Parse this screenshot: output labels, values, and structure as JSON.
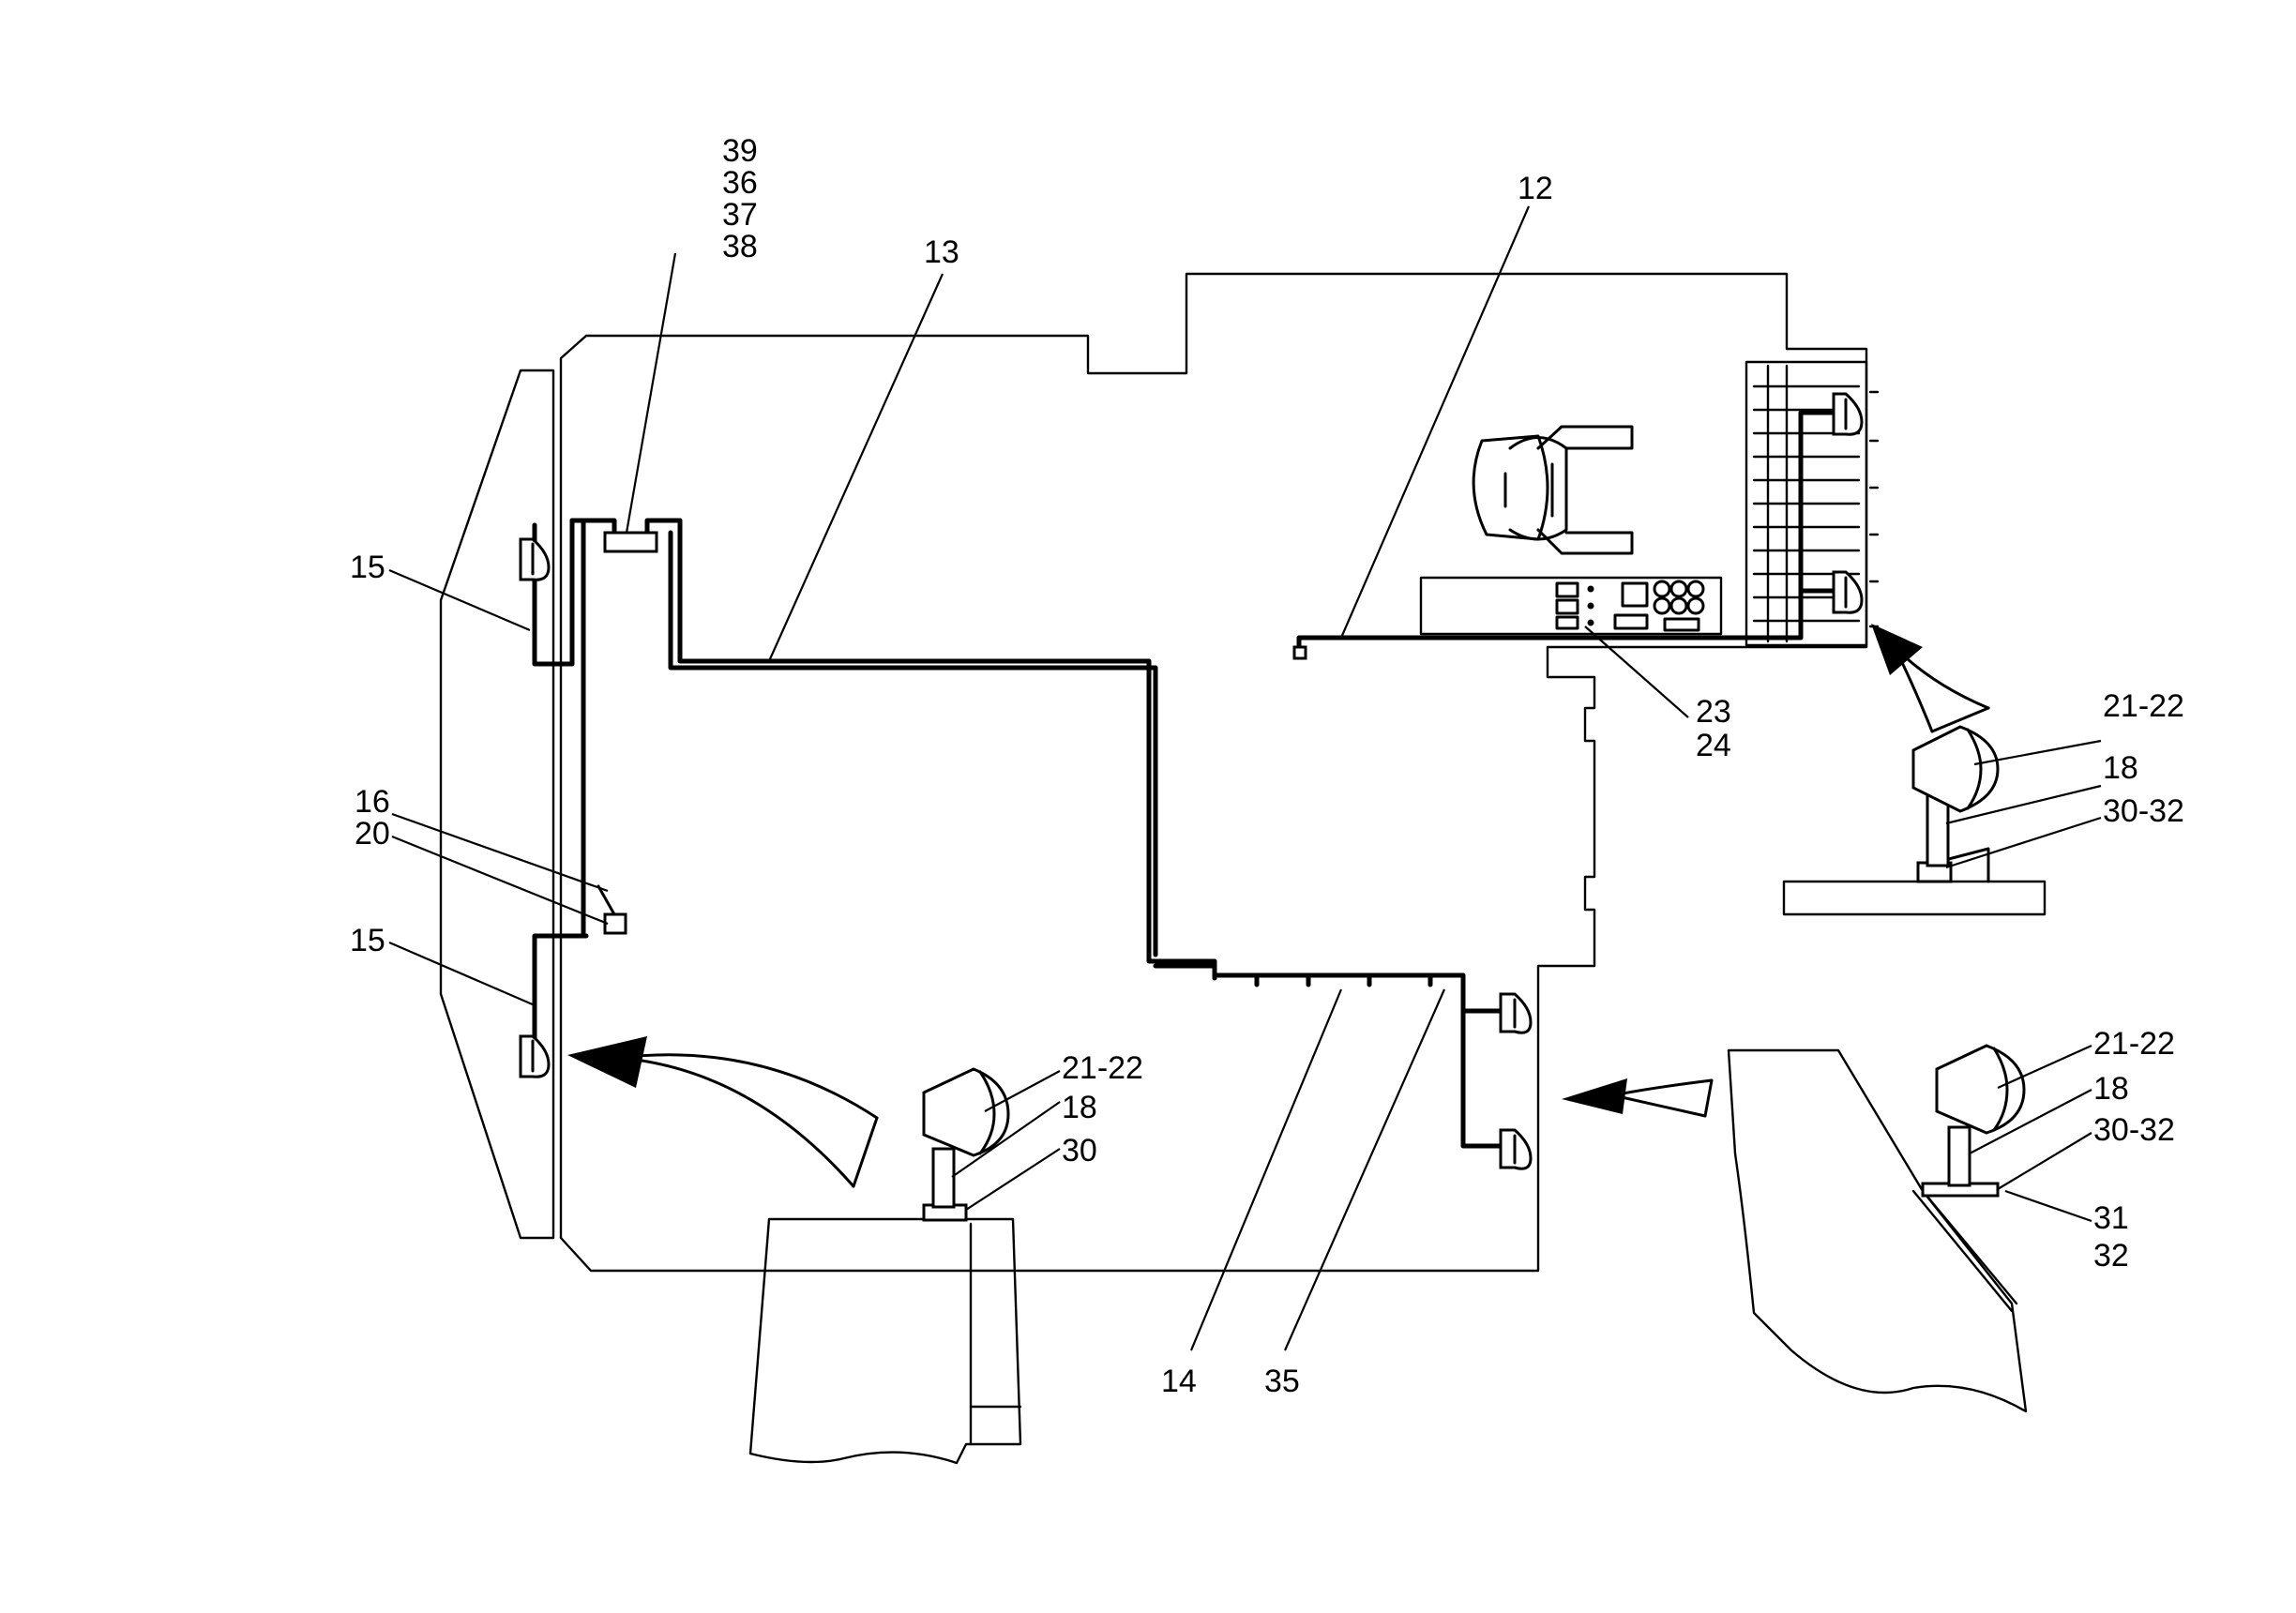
{
  "callouts": {
    "c39": "39",
    "c36": "36",
    "c37": "37",
    "c38": "38",
    "c13": "13",
    "c12": "12",
    "c15a": "15",
    "c15b": "15",
    "c16": "16",
    "c20": "20",
    "c23": "23",
    "c24": "24",
    "c14": "14",
    "c35": "35",
    "inset_top_right": {
      "lamp": "21-22",
      "post": "18",
      "mount": "30-32"
    },
    "inset_bottom_left": {
      "lamp": "21-22",
      "post": "18",
      "mount": "30"
    },
    "inset_bottom_right": {
      "lamp": "21-22",
      "post": "18",
      "mount": "30-32",
      "bracket_a": "31",
      "bracket_b": "32"
    }
  }
}
